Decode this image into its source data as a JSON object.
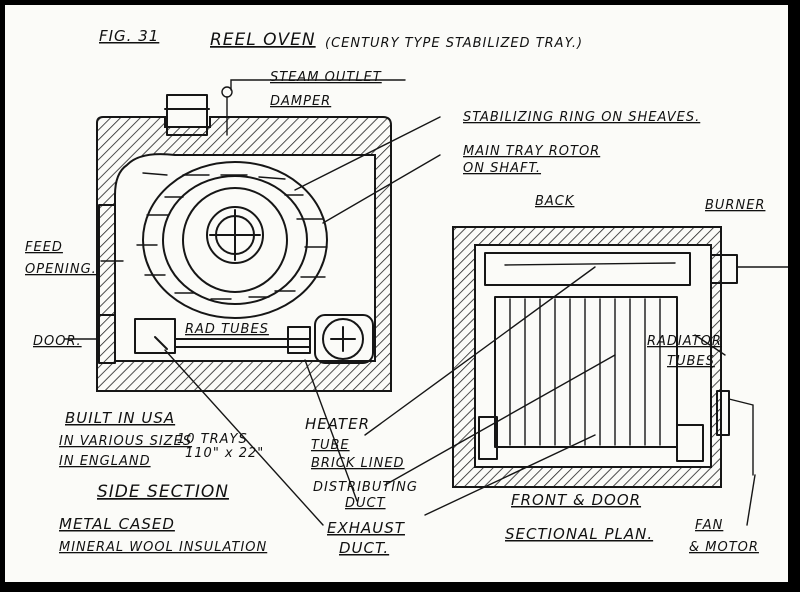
{
  "figure": {
    "number": "FIG. 31",
    "title": "REEL OVEN",
    "subtitle": "(CENTURY TYPE STABILIZED TRAY.)"
  },
  "labels": {
    "steam_outlet": "STEAM OUTLET",
    "damper": "DAMPER",
    "stabilizing_ring": "STABILIZING RING ON SHEAVES.",
    "main_tray_rotor_1": "MAIN TRAY ROTOR",
    "main_tray_rotor_2": "ON SHAFT.",
    "back": "BACK",
    "burner": "BURNER",
    "feed": "FEED",
    "opening": "OPENING.",
    "door": "DOOR.",
    "rad_tubes": "RAD TUBES",
    "radiator_1": "RADIATOR",
    "radiator_2": "TUBES",
    "built_1": "BUILT IN USA",
    "built_2": "IN VARIOUS SIZES",
    "built_3": "IN ENGLAND",
    "built_size_1": "10 TRAYS",
    "built_size_2": "110\" x 22\"",
    "side_section": "SIDE SECTION",
    "heater_1": "HEATER",
    "heater_2": "TUBE",
    "heater_3": "BRICK LINED",
    "distributing_1": "DISTRIBUTING",
    "distributing_2": "DUCT",
    "metal_1": "METAL CASED",
    "metal_2": "MINERAL WOOL INSULATION",
    "exhaust_1": "EXHAUST",
    "exhaust_2": "DUCT.",
    "front_door": "FRONT & DOOR",
    "sectional_plan": "SECTIONAL PLAN.",
    "fan_1": "FAN",
    "fan_2": "& MOTOR"
  }
}
